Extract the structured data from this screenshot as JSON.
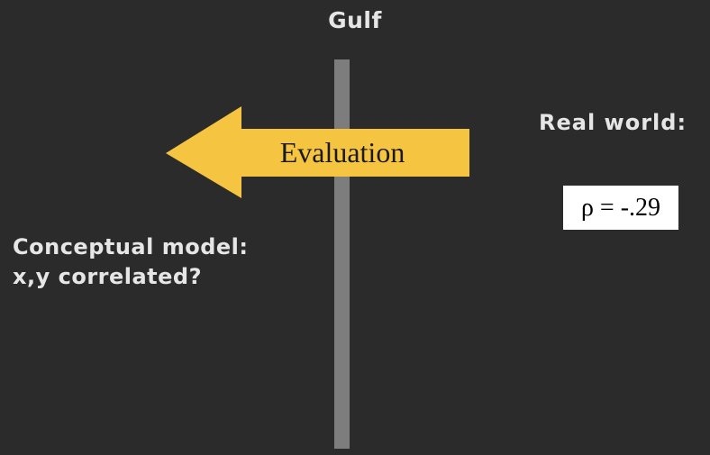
{
  "title": "Gulf",
  "arrow": {
    "label": "Evaluation",
    "direction": "left",
    "color": "#f5c542"
  },
  "real_world": {
    "heading": "Real world:",
    "value": "ρ = -.29"
  },
  "conceptual_model": {
    "line1": "Conceptual model:",
    "line2": "x,y correlated?"
  },
  "colors": {
    "background": "#2b2b2b",
    "divider": "#7d7d7d",
    "text": "#e6e6e6",
    "box": "#ffffff"
  }
}
